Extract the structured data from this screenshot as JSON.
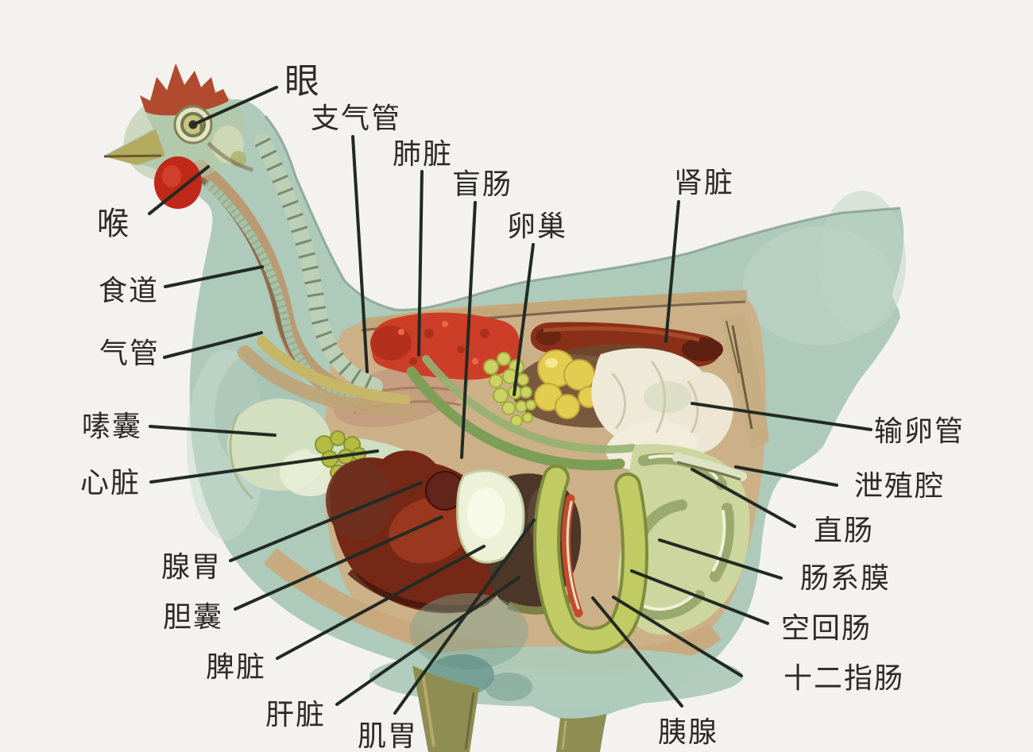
{
  "figure": {
    "labels": [
      {
        "id": "eye",
        "text": "眼"
      },
      {
        "id": "bronchus",
        "text": "支气管"
      },
      {
        "id": "lung",
        "text": "肺脏"
      },
      {
        "id": "cecum",
        "text": "盲肠"
      },
      {
        "id": "ovary",
        "text": "卵巢"
      },
      {
        "id": "kidney",
        "text": "肾脏"
      },
      {
        "id": "larynx",
        "text": "喉"
      },
      {
        "id": "esophagus",
        "text": "食道"
      },
      {
        "id": "trachea",
        "text": "气管"
      },
      {
        "id": "crop",
        "text": "嗉囊"
      },
      {
        "id": "heart",
        "text": "心脏"
      },
      {
        "id": "proventriculus",
        "text": "腺胃"
      },
      {
        "id": "gallbladder",
        "text": "胆囊"
      },
      {
        "id": "spleen",
        "text": "脾脏"
      },
      {
        "id": "liver",
        "text": "肝脏"
      },
      {
        "id": "gizzard",
        "text": "肌胃"
      },
      {
        "id": "oviduct",
        "text": "输卵管"
      },
      {
        "id": "cloaca",
        "text": "泄殖腔"
      },
      {
        "id": "rectum",
        "text": "直肠"
      },
      {
        "id": "mesentery",
        "text": "肠系膜"
      },
      {
        "id": "jejunum-ileum",
        "text": "空回肠"
      },
      {
        "id": "duodenum",
        "text": "十二指肠"
      },
      {
        "id": "pancreas",
        "text": "胰腺"
      }
    ],
    "colors": {
      "background": "#f4f2ef",
      "body_teal": "#aecaba",
      "comb_red": "#b14a2e",
      "wattle_red": "#c0281a",
      "lung_red": "#cd3e28",
      "kidney_maroon": "#8a3018",
      "ovary_yellow": "#e3cd50",
      "oviduct_cream": "#efead8",
      "liver_maroon": "#752815",
      "gizzard_brown": "#4c3729",
      "duodenum_green": "#c0cb64",
      "pancreas_red": "#c44b2a",
      "intestine_green": "#ccd69e",
      "label_line": "#212b23",
      "label_text": "#2c2c26"
    }
  }
}
